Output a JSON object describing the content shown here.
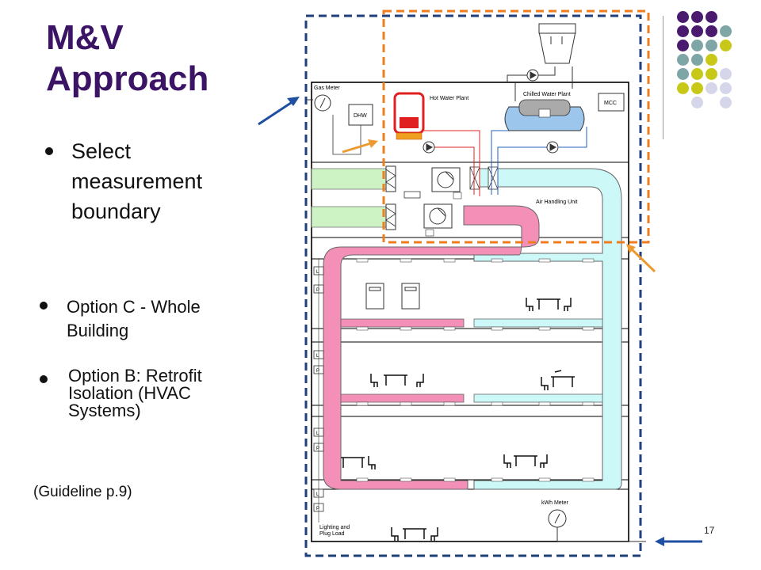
{
  "slide": {
    "title": "M&V\nApproach",
    "bullets": [
      {
        "text": "Select measurement boundary"
      },
      {
        "text": "Option C - Whole Building"
      },
      {
        "text": "Option B: Retrofit Isolation (HVAC Systems)"
      }
    ],
    "guideline": "(Guideline p.9)",
    "page_number": "17"
  },
  "diagram": {
    "gas_meter_label": "Gas Meter",
    "dhw_label": "DHW",
    "hot_water_plant_label": "Hot Water Plant",
    "chilled_water_plant_label": "Chilled Water Plant",
    "mcc_label": "MCC",
    "air_handling_unit_label": "Air Handling Unit",
    "kwh_meter_label": "kWh Meter",
    "lighting_label": "Lighting and\nPlug Load",
    "panel_letter_l": "L",
    "panel_letter_p": "P",
    "colors": {
      "whole_building_boundary": "#1f3f7a",
      "retrofit_boundary": "#ee7d22",
      "arrow_blue": "#1f4fa0",
      "arrow_orange": "#ee9a33",
      "supply_duct": "#f48fb8",
      "return_duct": "#ccf8f8",
      "outside_air": "#cdf2c4",
      "chiller": "#9cc6ec"
    }
  },
  "decor": {
    "dot_colors": {
      "purple": "#4a1a6e",
      "teal": "#7fa6a6",
      "olive": "#c8c818",
      "lavender": "#d6d6ea"
    }
  }
}
